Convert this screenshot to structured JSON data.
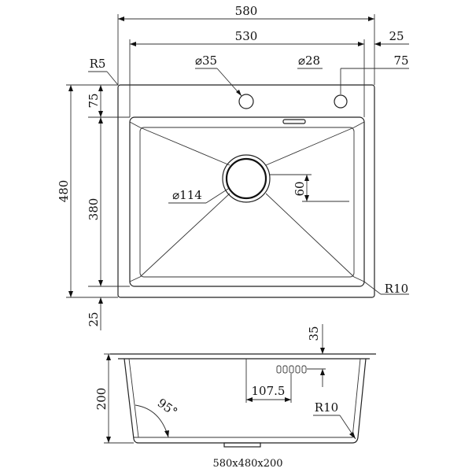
{
  "dimensions": {
    "overall_width": "580",
    "inner_width": "530",
    "rim_offset": "25",
    "tap_hole_offset": "75",
    "tap_hole_diameter": "⌀35",
    "overflow_hole_diameter": "⌀28",
    "corner_radius_top": "R5",
    "rim_top": "75",
    "overall_depth": "480",
    "inner_depth": "380",
    "rim_bottom": "25",
    "drain_diameter": "⌀114",
    "drain_offset": "60",
    "bowl_corner_radius": "R10",
    "rim_thickness": "35",
    "overflow_position": "107.5",
    "bowl_height": "200",
    "wall_angle": "95°",
    "side_corner_radius": "R10"
  },
  "caption": "580x480x200"
}
